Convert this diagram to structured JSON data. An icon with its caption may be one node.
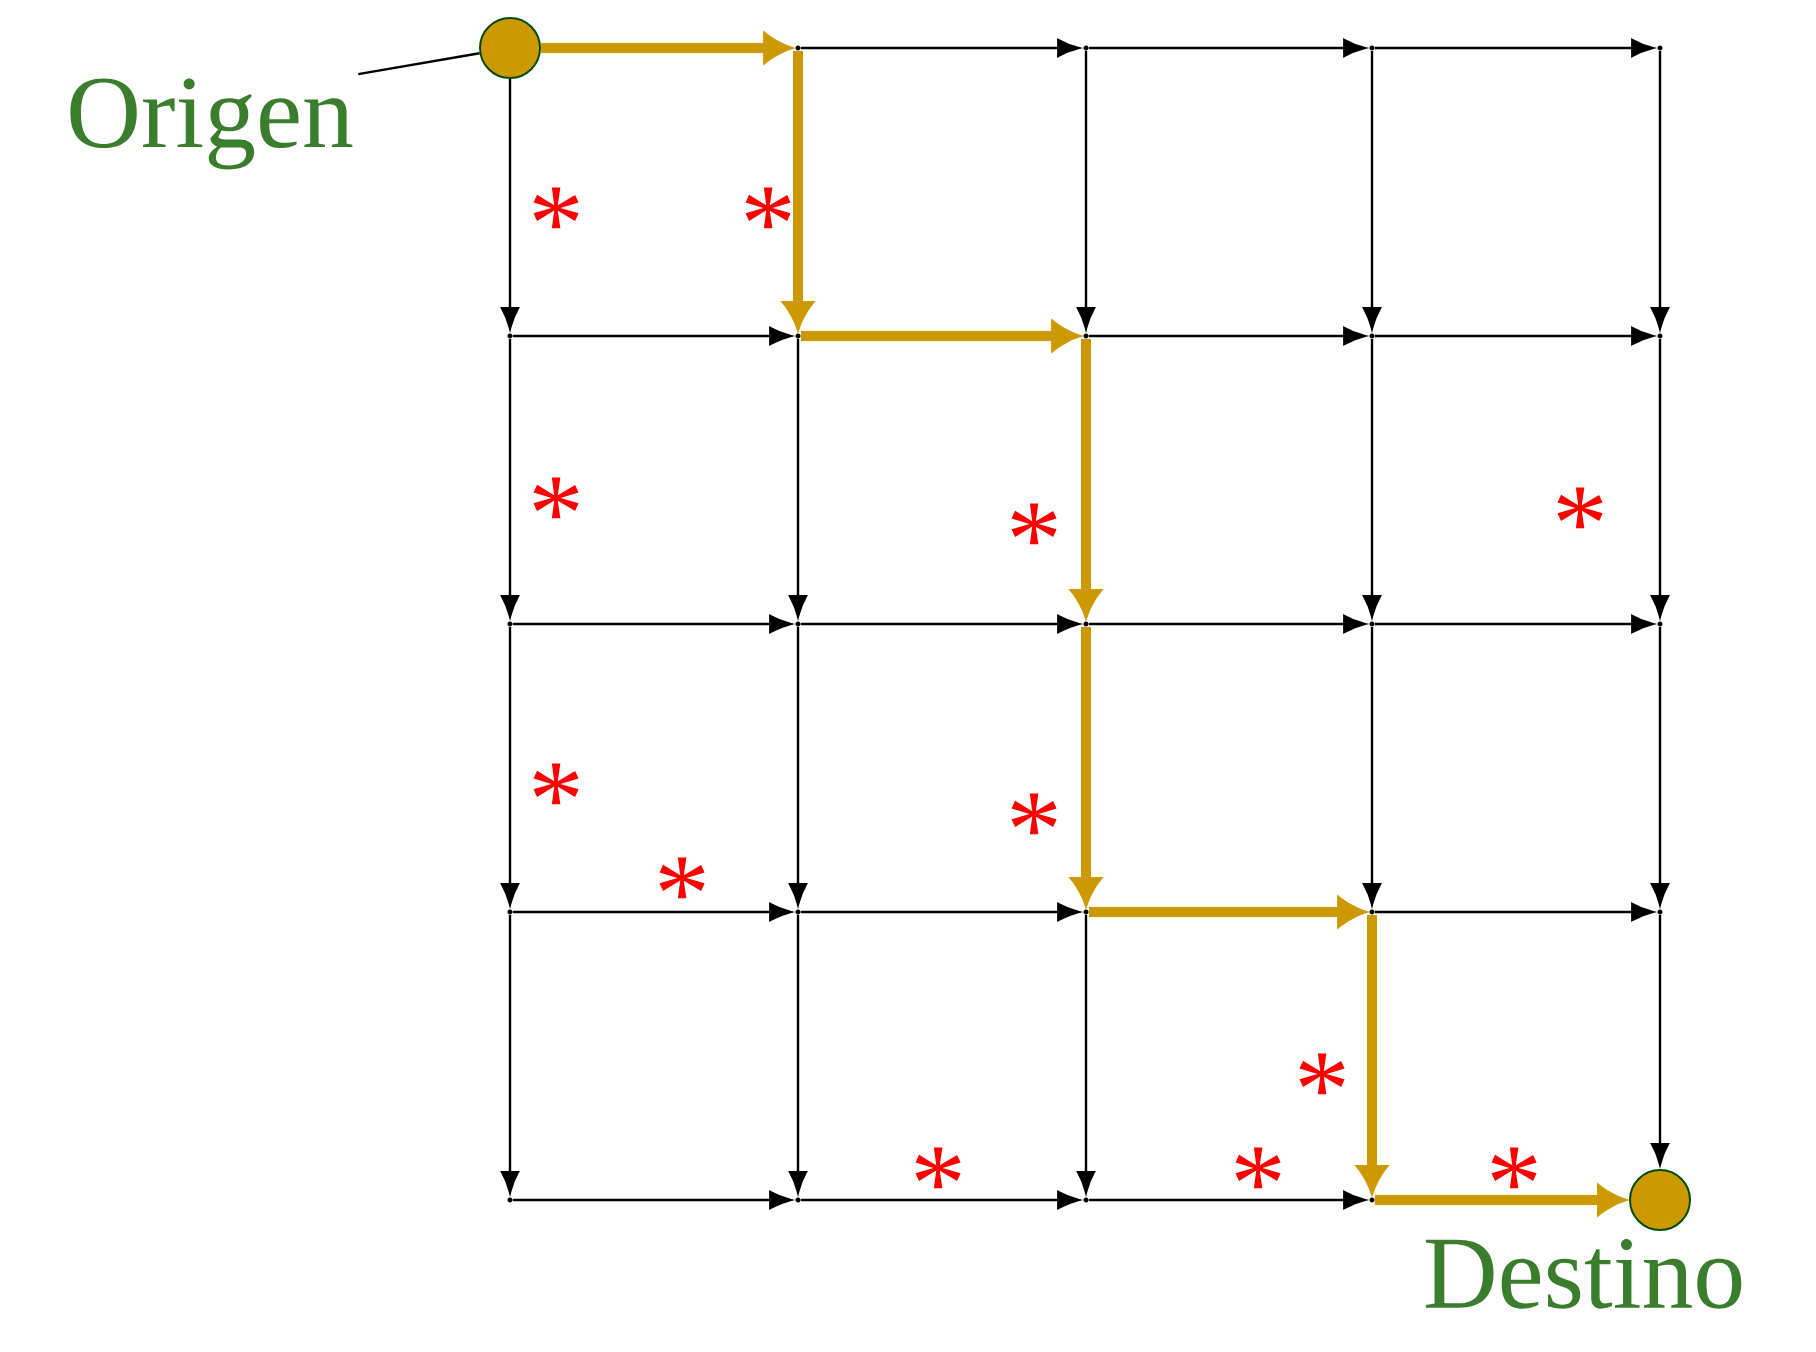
{
  "diagram": {
    "nodes": [
      {
        "text": [],
        "shape": "circle"
      },
      {
        "text": [],
        "shape": "point"
      },
      {
        "text": [],
        "shape": "point"
      },
      {
        "text": [],
        "shape": "point"
      },
      {
        "text": [],
        "shape": "point"
      },
      {
        "text": [],
        "shape": "point"
      },
      {
        "text": [],
        "shape": "point"
      },
      {
        "text": [],
        "shape": "point"
      },
      {
        "text": [],
        "shape": "point"
      },
      {
        "text": [],
        "shape": "point"
      },
      {
        "text": [],
        "shape": "point"
      },
      {
        "text": [],
        "shape": "point"
      },
      {
        "text": [],
        "shape": "point"
      },
      {
        "text": [],
        "shape": "point"
      },
      {
        "text": [],
        "shape": "point"
      },
      {
        "text": [],
        "shape": "point"
      },
      {
        "text": [],
        "shape": "point"
      },
      {
        "text": [],
        "shape": "point"
      },
      {
        "text": [],
        "shape": "point"
      },
      {
        "text": [],
        "shape": "point"
      },
      {
        "text": [],
        "shape": "point"
      },
      {
        "text": [],
        "shape": "point"
      },
      {
        "text": [],
        "shape": "point"
      },
      {
        "text": [],
        "shape": "point"
      },
      {
        "text": [],
        "shape": "circle",
        "beside": [
          "Destino"
        ]
      },
      {
        "text": [
          "Origen"
        ]
      }
    ],
    "edges": [
      {
        "from": 0,
        "to": 1,
        "arrow": "to",
        "style": "thick",
        "color": "#cc9900"
      },
      {
        "from": 1,
        "to": 2,
        "arrow": "to"
      },
      {
        "from": 2,
        "to": 3,
        "arrow": "to"
      },
      {
        "from": 3,
        "to": 4,
        "arrow": "to"
      },
      {
        "from": 5,
        "to": 6,
        "arrow": "to"
      },
      {
        "from": 6,
        "to": 7,
        "arrow": "to",
        "style": "thick",
        "color": "#cc9900"
      },
      {
        "from": 7,
        "to": 8,
        "arrow": "to"
      },
      {
        "from": 8,
        "to": 9,
        "arrow": "to"
      },
      {
        "from": 10,
        "to": 11,
        "arrow": "to"
      },
      {
        "from": 11,
        "to": 12,
        "arrow": "to"
      },
      {
        "from": 12,
        "to": 13,
        "arrow": "to"
      },
      {
        "from": 13,
        "to": 14,
        "arrow": "to"
      },
      {
        "from": 15,
        "to": 16,
        "arrow": "to"
      },
      {
        "from": 16,
        "to": 17,
        "arrow": "to"
      },
      {
        "from": 17,
        "to": 18,
        "arrow": "to",
        "style": "thick",
        "color": "#cc9900"
      },
      {
        "from": 18,
        "to": 19,
        "arrow": "to"
      },
      {
        "from": 20,
        "to": 21,
        "arrow": "to"
      },
      {
        "from": 21,
        "to": 22,
        "arrow": "to"
      },
      {
        "from": 22,
        "to": 23,
        "arrow": "to"
      },
      {
        "from": 23,
        "to": 24,
        "arrow": "to",
        "style": "thick",
        "color": "#cc9900"
      },
      {
        "from": 0,
        "to": 5,
        "arrow": "to"
      },
      {
        "from": 1,
        "to": 6,
        "arrow": "to",
        "style": "thick",
        "color": "#cc9900"
      },
      {
        "from": 2,
        "to": 7,
        "arrow": "to"
      },
      {
        "from": 3,
        "to": 8,
        "arrow": "to"
      },
      {
        "from": 4,
        "to": 9,
        "arrow": "to"
      },
      {
        "from": 5,
        "to": 10,
        "arrow": "to"
      },
      {
        "from": 6,
        "to": 11,
        "arrow": "to"
      },
      {
        "from": 7,
        "to": 12,
        "arrow": "to",
        "style": "thick",
        "color": "#cc9900"
      },
      {
        "from": 8,
        "to": 13,
        "arrow": "to"
      },
      {
        "from": 9,
        "to": 14,
        "arrow": "to"
      },
      {
        "from": 10,
        "to": 15,
        "arrow": "to"
      },
      {
        "from": 11,
        "to": 16,
        "arrow": "to"
      },
      {
        "from": 12,
        "to": 17,
        "arrow": "to",
        "style": "thick",
        "color": "#cc9900"
      },
      {
        "from": 13,
        "to": 18,
        "arrow": "to"
      },
      {
        "from": 14,
        "to": 19,
        "arrow": "to"
      },
      {
        "from": 15,
        "to": 20,
        "arrow": "to"
      },
      {
        "from": 16,
        "to": 21,
        "arrow": "to"
      },
      {
        "from": 17,
        "to": 22,
        "arrow": "to"
      },
      {
        "from": 18,
        "to": 23,
        "arrow": "to",
        "style": "thick",
        "color": "#cc9900"
      },
      {
        "from": 19,
        "to": 24,
        "arrow": "to"
      },
      {
        "from": 25,
        "to": 0,
        "arrow": "none"
      }
    ],
    "labels": [
      "*",
      "*",
      "*",
      "*",
      "*",
      "*",
      "*",
      "*",
      "*",
      "*",
      "*",
      "*"
    ]
  }
}
